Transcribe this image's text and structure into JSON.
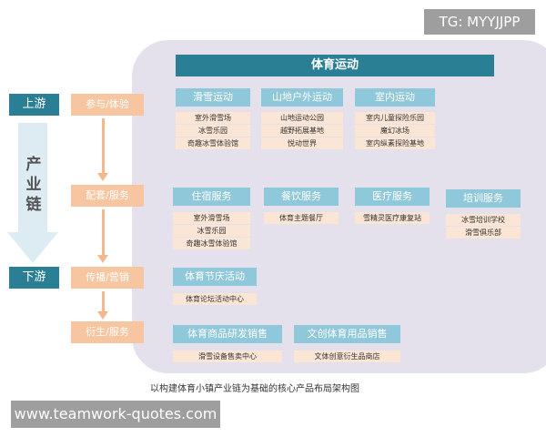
{
  "watermark_top": "TG: MYYJJPP",
  "watermark_bottom": "www.teamwork-quotes.com",
  "chain": {
    "upstream": "上游",
    "downstream": "下游",
    "label": "产业链"
  },
  "stages": [
    "参与/体验",
    "配套/服务",
    "传播/营销",
    "衍生/服务"
  ],
  "header": "体育运动",
  "groups": [
    {
      "title": "滑雪运动",
      "items": [
        "室外滑雪场",
        "冰雪乐园",
        "奇趣冰雪体验馆"
      ]
    },
    {
      "title": "山地户外运动",
      "items": [
        "山地运动公园",
        "越野拓展基地",
        "悦动世界"
      ]
    },
    {
      "title": "室内运动",
      "items": [
        "室内儿童探险乐园",
        "魔幻冰场",
        "室内纵素探险基地"
      ]
    },
    {
      "title": "住宿服务",
      "items": [
        "室外滑雪场",
        "冰雪乐园",
        "奇趣冰雪体验馆"
      ]
    },
    {
      "title": "餐饮服务",
      "items": [
        "体育主题餐厅"
      ]
    },
    {
      "title": "医疗服务",
      "items": [
        "雪精灵医疗康复站"
      ]
    },
    {
      "title": "培训服务",
      "items": [
        "冰雪培训学校",
        "滑雪俱乐部"
      ]
    },
    {
      "title": "体育节庆活动",
      "items": [
        "体育论坛活动中心"
      ]
    },
    {
      "title": "体育商品研发销售",
      "items": [
        "滑雪设备售卖中心"
      ]
    },
    {
      "title": "文创体育用品销售",
      "items": [
        "文体创意衍生品商店"
      ]
    }
  ],
  "caption": "以构建体育小镇产业链为基础的核心产品布局架构图"
}
